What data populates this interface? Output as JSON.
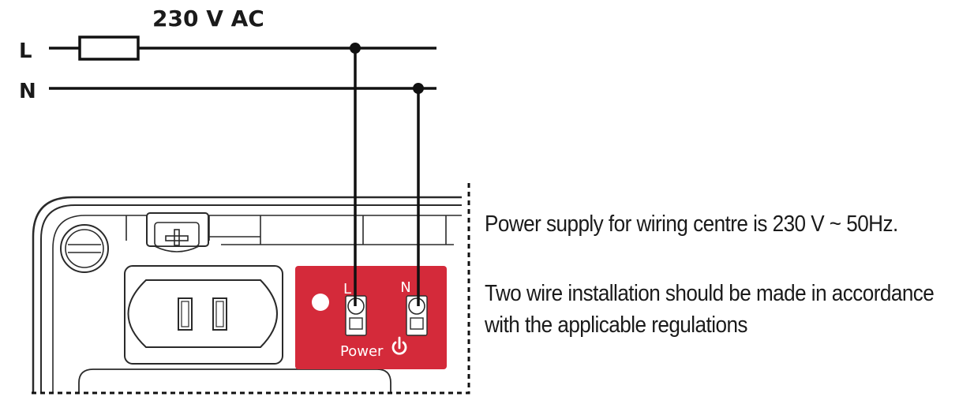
{
  "supply": {
    "voltage_label": "230 V AC",
    "line_label": "L",
    "neutral_label": "N"
  },
  "terminal_block": {
    "l_label": "L",
    "n_label": "N",
    "power_label": "Power",
    "power_icon": "power-icon",
    "color": "#d42a3a"
  },
  "notes": {
    "line1": "Power supply for wiring centre is 230 V ~ 50Hz.",
    "line2a": "Two wire installation should be made in accordance",
    "line2b": "with the applicable regulations"
  },
  "colors": {
    "wire": "#111111",
    "outline": "#2a2a2a",
    "housing_fill": "#f7f7f7"
  }
}
